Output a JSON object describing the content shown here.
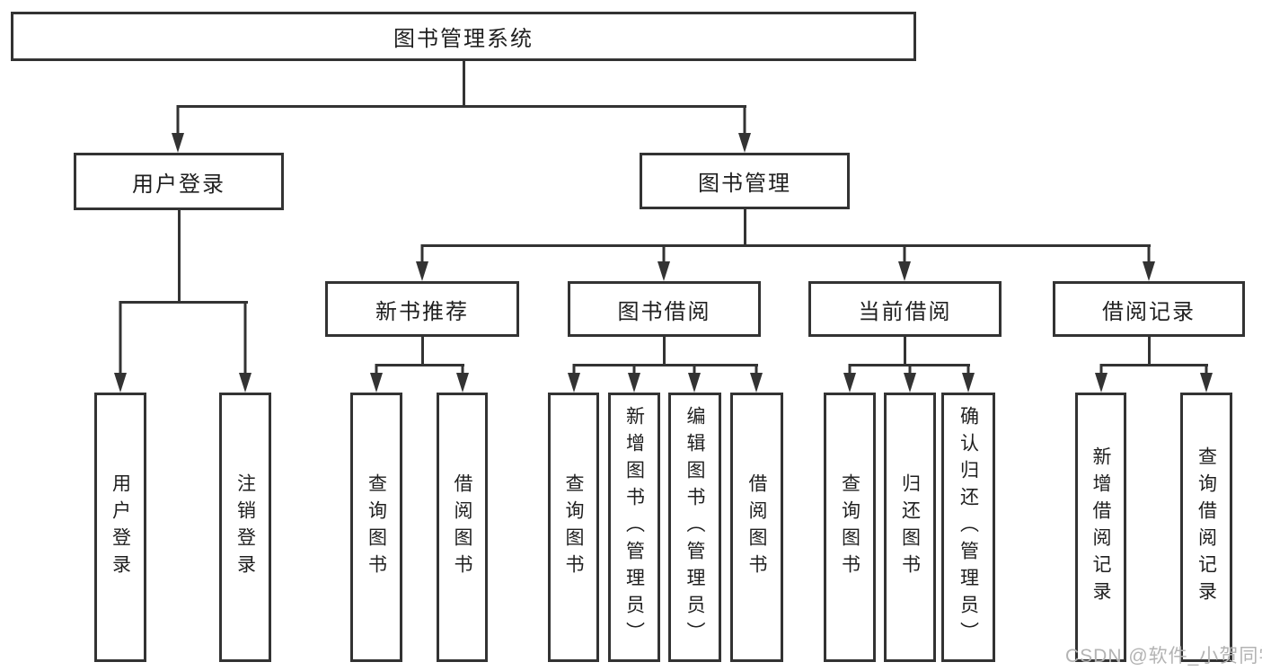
{
  "colors": {
    "line": "#333333",
    "ink": "#1f1f1f",
    "paper": "#ffffff",
    "watermark": "#b3b3b3"
  },
  "watermark": {
    "text": "CSDN @软件_小贺同学"
  },
  "diagram": {
    "title": "图书管理系统",
    "branches": [
      {
        "label": "用户登录",
        "children": [
          {
            "label": "用户登录"
          },
          {
            "label": "注销登录"
          }
        ]
      },
      {
        "label": "图书管理",
        "children": [
          {
            "label": "新书推荐",
            "children": [
              {
                "label": "查询图书"
              },
              {
                "label": "借阅图书"
              }
            ]
          },
          {
            "label": "图书借阅",
            "children": [
              {
                "label": "查询图书"
              },
              {
                "label": "新增图书（管理员）"
              },
              {
                "label": "编辑图书（管理员）"
              },
              {
                "label": "借阅图书"
              }
            ]
          },
          {
            "label": "当前借阅",
            "children": [
              {
                "label": "查询图书"
              },
              {
                "label": "归还图书"
              },
              {
                "label": "确认归还（管理员）"
              }
            ]
          },
          {
            "label": "借阅记录",
            "children": [
              {
                "label": "新增借阅记录"
              },
              {
                "label": "查询借阅记录"
              }
            ]
          }
        ]
      }
    ]
  }
}
